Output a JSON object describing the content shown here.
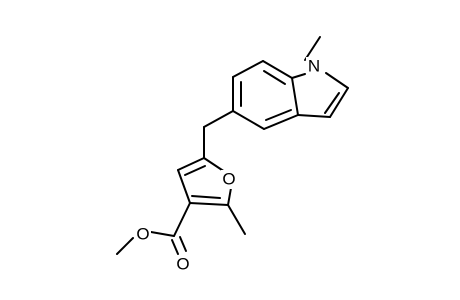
{
  "molecule": {
    "atom_labels": {
      "indole_n": "N",
      "furan_o": "O",
      "ester_ether_o": "O",
      "carbonyl_o": "O"
    }
  }
}
